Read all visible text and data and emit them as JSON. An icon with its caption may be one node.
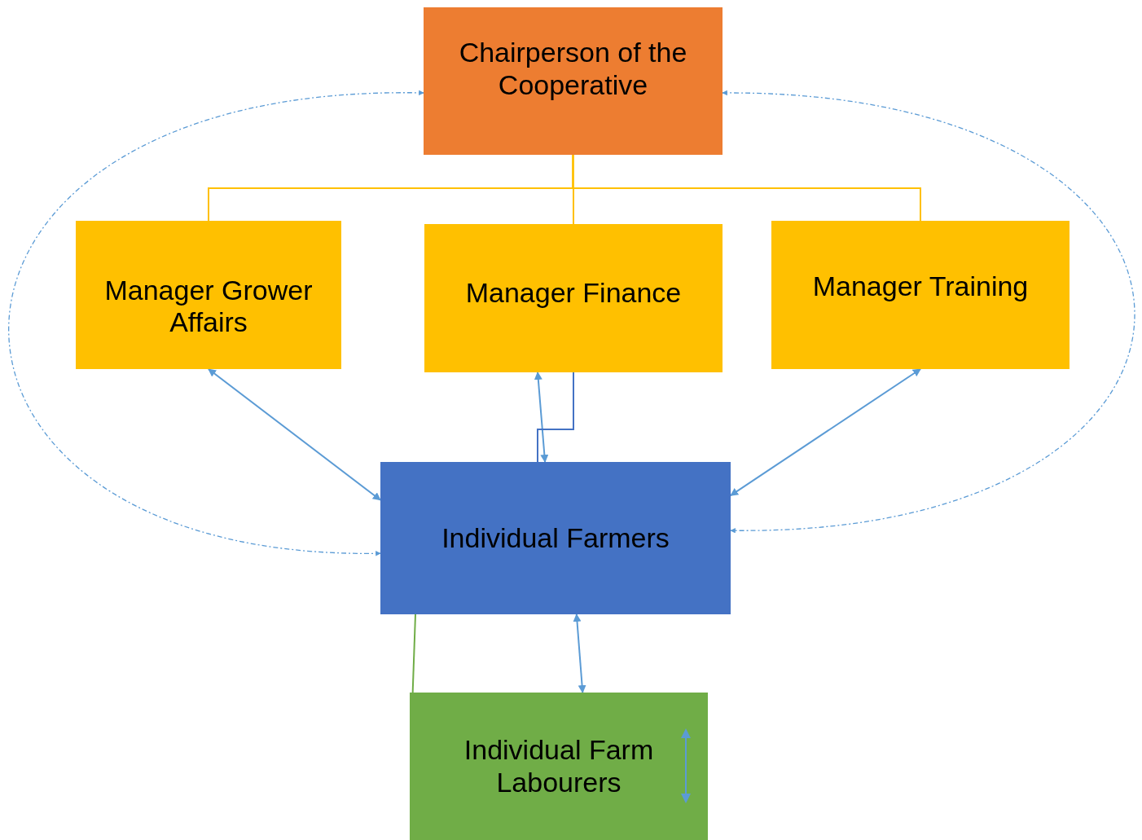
{
  "diagram": {
    "nodes": [
      {
        "text": [
          "Chairperson of the Cooperative"
        ]
      },
      {
        "text": [
          "Manager Grower Affairs"
        ]
      },
      {
        "text": [
          "Manager Finance"
        ]
      },
      {
        "text": [
          "Manager Training"
        ]
      },
      {
        "text": [
          "Individual Farmers"
        ]
      },
      {
        "text": [
          "Individual Farm Labourers"
        ]
      }
    ],
    "edges": [
      {
        "from": 0,
        "to": 1,
        "arrow": "none",
        "color": "#ffc000"
      },
      {
        "from": 0,
        "to": 2,
        "arrow": "none",
        "color": "#ffc000"
      },
      {
        "from": 0,
        "to": 3,
        "arrow": "none",
        "color": "#ffc000"
      },
      {
        "from": 1,
        "to": 4,
        "arrow": "both"
      },
      {
        "from": 2,
        "to": 4,
        "arrow": "both"
      },
      {
        "from": 2,
        "to": 4,
        "arrow": "none",
        "color": "#4472c4"
      },
      {
        "from": 3,
        "to": 4,
        "arrow": "both"
      },
      {
        "from": 4,
        "to": 5,
        "arrow": "both"
      },
      {
        "from": 4,
        "to": 5,
        "arrow": "none",
        "color": "#70ad47"
      },
      {
        "from": 0,
        "to": 4,
        "arrow": "both",
        "style": "dashed"
      },
      {
        "from": 0,
        "to": 4,
        "arrow": "both",
        "style": "dashed"
      }
    ]
  }
}
